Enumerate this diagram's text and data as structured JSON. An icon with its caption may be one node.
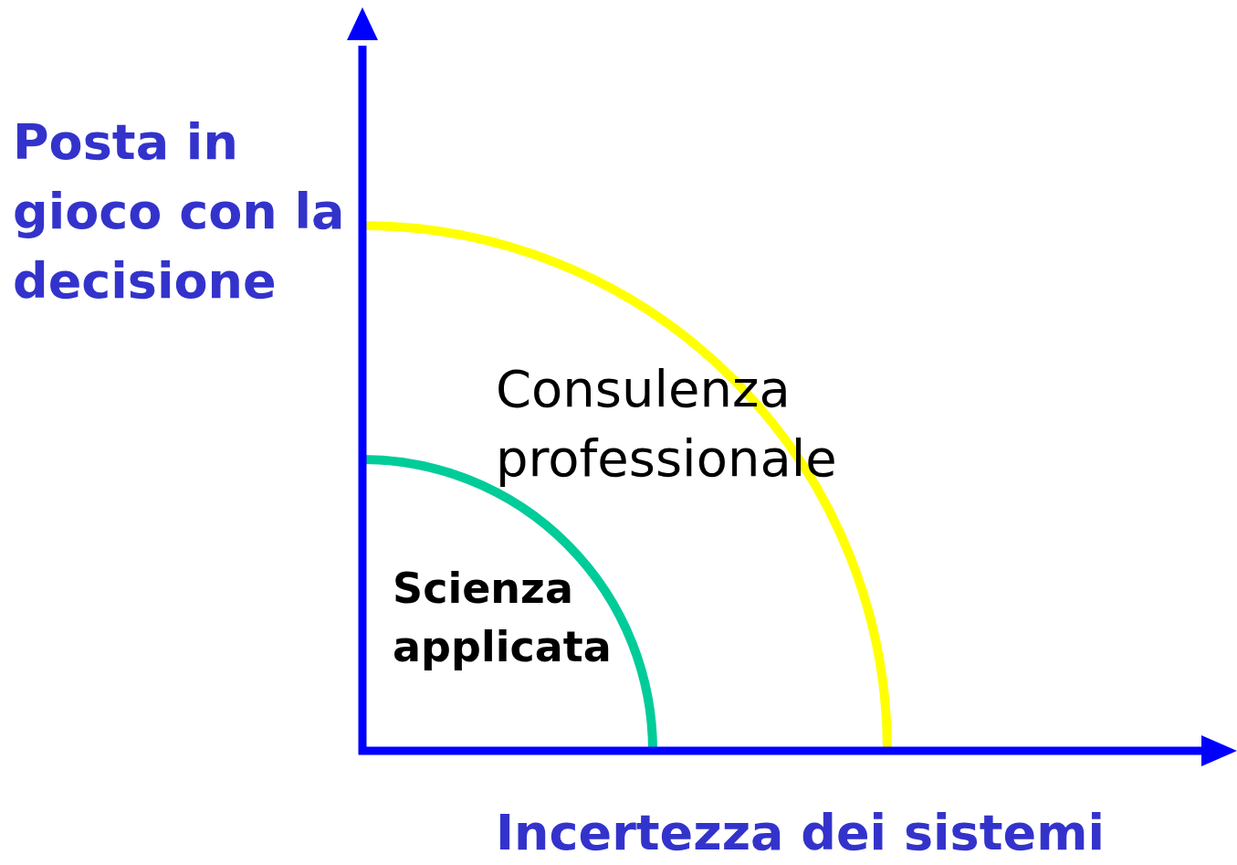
{
  "diagram": {
    "labels": [
      "Posta in gioco con la decisione",
      "Consulenza professionale",
      "Scienza applicata",
      "Incertezza dei sistemi"
    ]
  }
}
